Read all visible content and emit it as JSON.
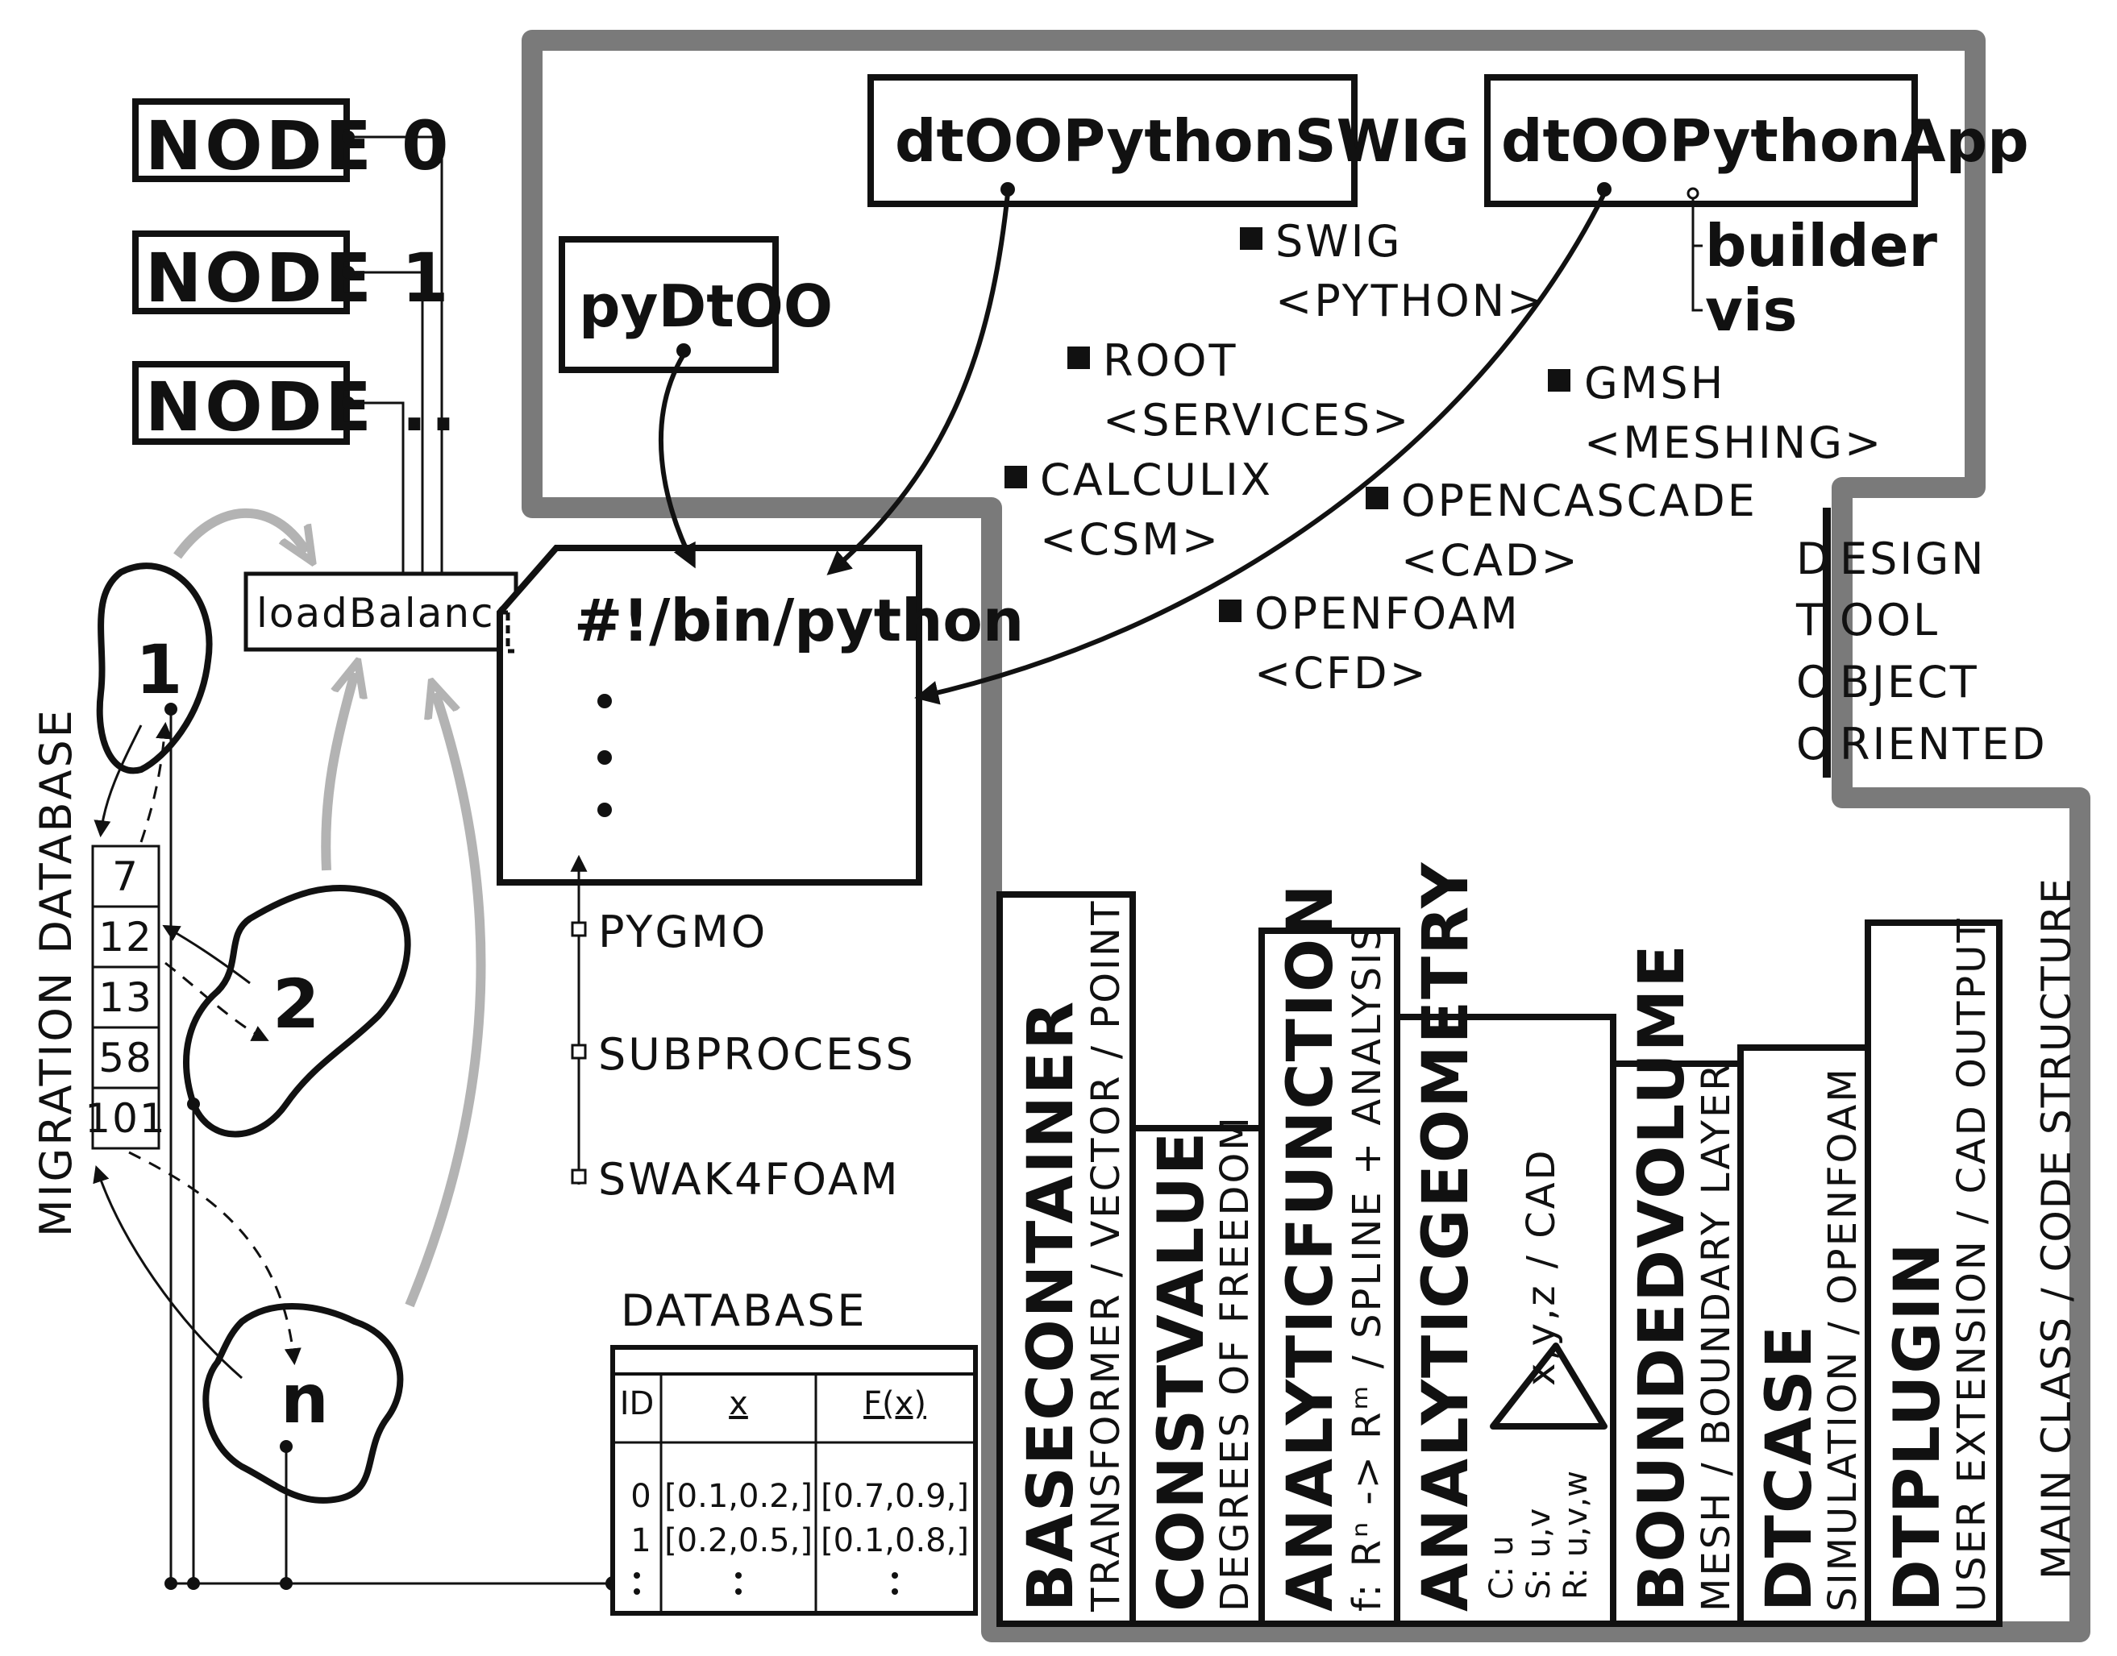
{
  "nodes": [
    "NODE 0",
    "NODE 1",
    "NODE .."
  ],
  "load_balancer": "loadBalancer",
  "islands": [
    "1",
    "2",
    "n"
  ],
  "migration_database": {
    "label": "MIGRATION DATABASE",
    "entries": [
      "7",
      "12",
      "13",
      "58",
      "101"
    ]
  },
  "script_box": {
    "title": "#!/bin/python"
  },
  "python_tools": [
    "PYGMO",
    "SUBPROCESS",
    "SWAK4FOAM"
  ],
  "database": {
    "title": "DATABASE",
    "headers": [
      "ID",
      "x",
      "F(x)"
    ],
    "rows": [
      [
        "0",
        "[0.1,0.2,]",
        "[0.7,0.9,]"
      ],
      [
        "1",
        "[0.2,0.5,]",
        "[0.1,0.8,]"
      ]
    ]
  },
  "top_boxes": {
    "pydt": "pyDtOO",
    "swig": "dtOOPythonSWIG",
    "app": "dtOOPythonApp",
    "app_children": [
      "builder",
      "vis"
    ]
  },
  "libraries": [
    {
      "name": "SWIG",
      "tag": "<PYTHON>"
    },
    {
      "name": "ROOT",
      "tag": "<SERVICES>"
    },
    {
      "name": "GMSH",
      "tag": "<MESHING>"
    },
    {
      "name": "CALCULIX",
      "tag": "<CSM>"
    },
    {
      "name": "OPENCASCADE",
      "tag": "<CAD>"
    },
    {
      "name": "OPENFOAM",
      "tag": "<CFD>"
    }
  ],
  "acronym": [
    {
      "initial": "D",
      "rest": "ESIGN"
    },
    {
      "initial": "T",
      "rest": "OOL"
    },
    {
      "initial": "O",
      "rest": "BJECT"
    },
    {
      "initial": "O",
      "rest": "RIENTED"
    }
  ],
  "main_structure_label": "MAIN CLASS / CODE STRUCTURE",
  "columns": [
    {
      "title": "BASECONTAINER",
      "sub": "TRANSFORMER / VECTOR / POINT"
    },
    {
      "title": "CONSTVALUE",
      "sub": "DEGREES OF FREEDOM"
    },
    {
      "title": "ANALYTICFUNCTION",
      "sub": "f: Rⁿ -> Rᵐ / SPLINE + ANALYSIS"
    },
    {
      "title": "ANALYTICGEOMETRY",
      "sub": "x,y,z / CAD"
    },
    {
      "title": "BOUNDEDVOLUME",
      "sub": "MESH / BOUNDARY LAYER"
    },
    {
      "title": "DTCASE",
      "sub": "SIMULATION / OPENFOAM"
    },
    {
      "title": "DTPLUGIN",
      "sub": "USER EXTENSION / CAD OUTPUT"
    }
  ],
  "geometry_params": [
    "C: u",
    "S: u,v",
    "R: u,v,w"
  ]
}
